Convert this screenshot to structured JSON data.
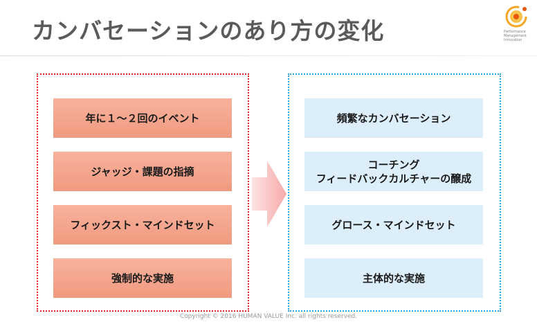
{
  "title": "カンバセーションのあり方の変化",
  "logo": {
    "text_lines": [
      "Performance",
      "Management",
      "Innovation"
    ]
  },
  "left_panel": {
    "items": [
      "年に１～２回のイベント",
      "ジャッジ・課題の指摘",
      "フィックスト・マインドセット",
      "強制的な実施"
    ]
  },
  "right_panel": {
    "items": [
      "頻繁なカンバセーション",
      "コーチング\nフィードバックカルチャーの醸成",
      "グロース・マインドセット",
      "主体的な実施"
    ]
  },
  "footer": "Copyright © 2016 HUMAN VALUE Inc. all rights reserved.",
  "colors": {
    "left_box": "#f4a58c",
    "left_border": "#e02424",
    "right_box": "#ddeefb",
    "right_border": "#2aa3e0",
    "arrow": "#f8b4b4"
  }
}
